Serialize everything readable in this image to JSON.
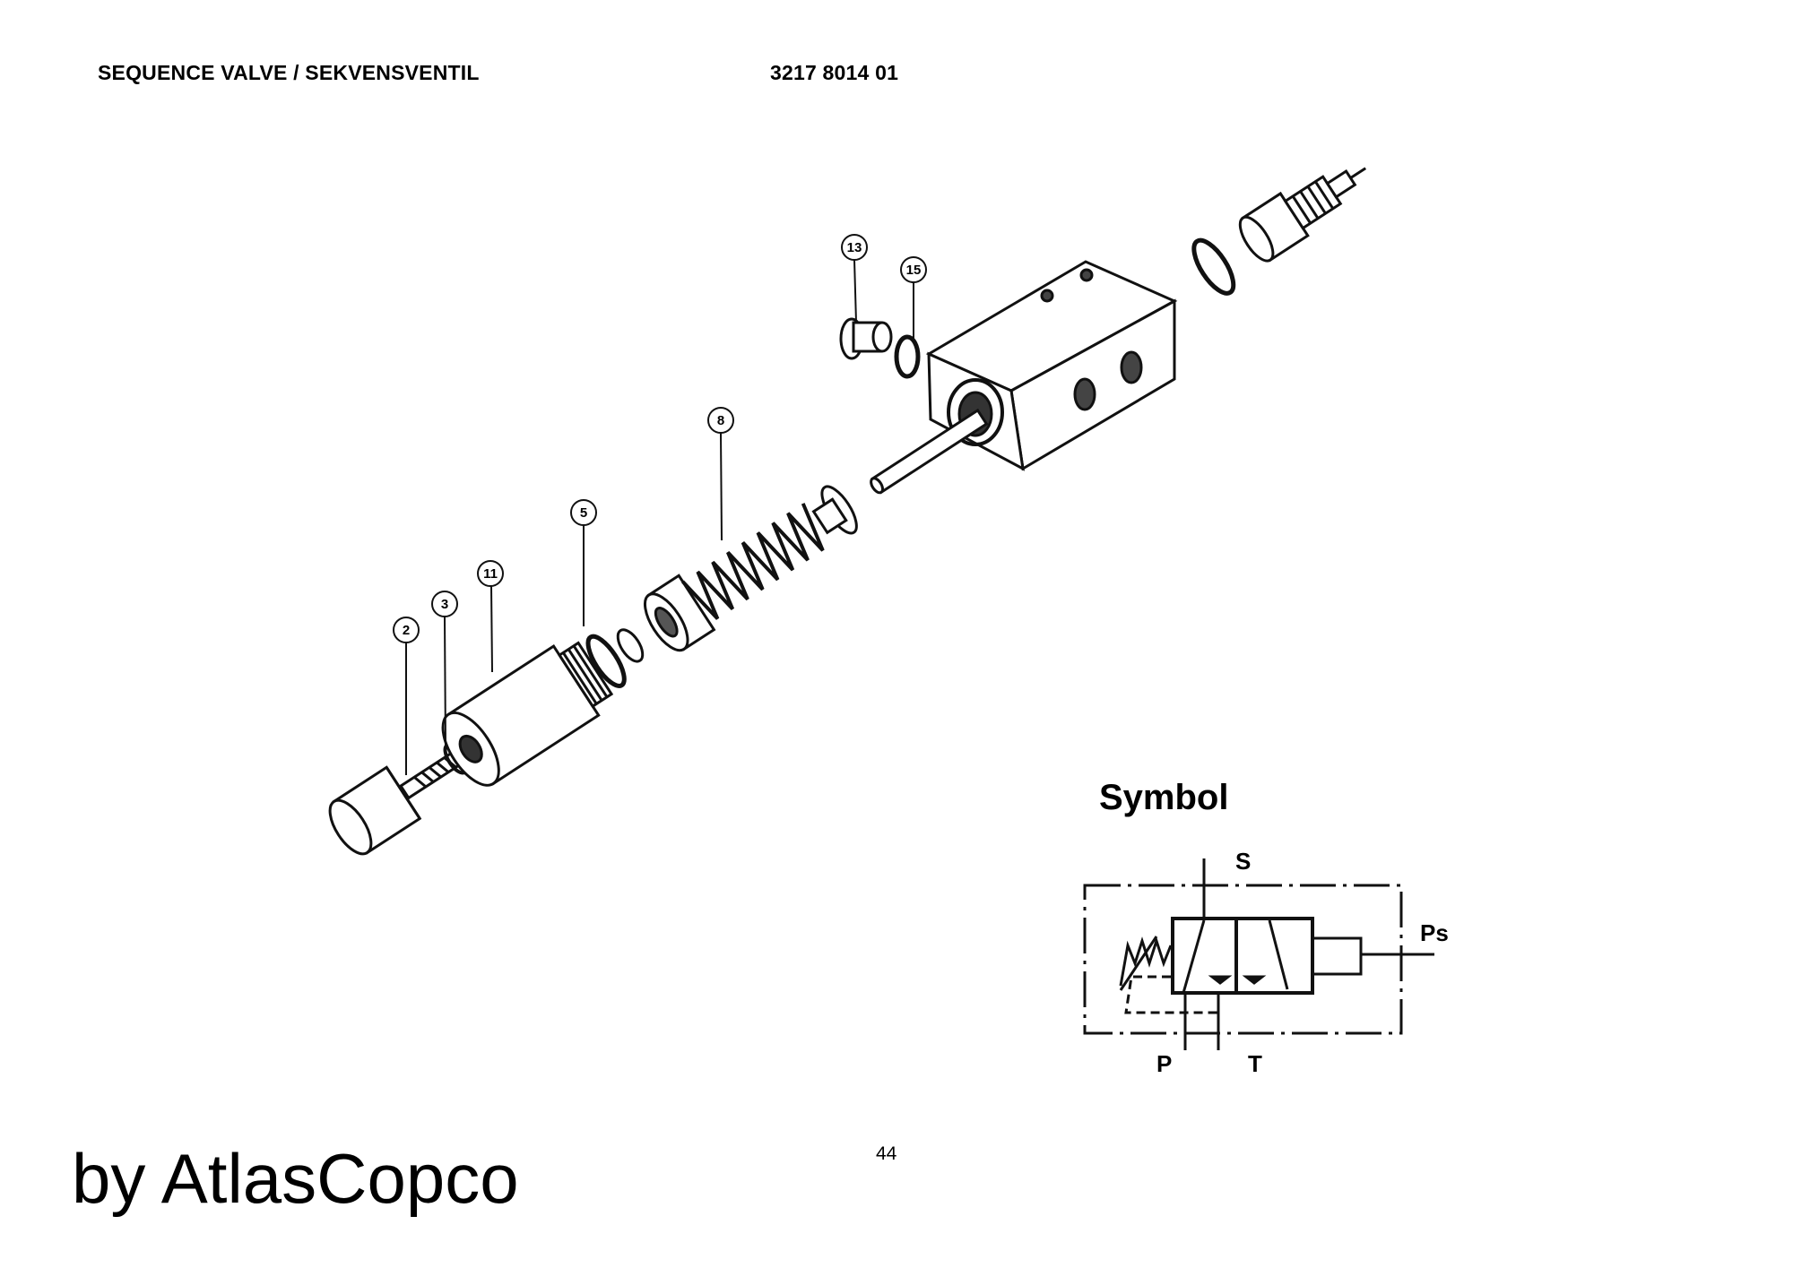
{
  "header": {
    "title": "SEQUENCE VALVE / SEKVENSVENTIL",
    "part_number": "3217 8014 01"
  },
  "callouts": [
    "13",
    "15",
    "8",
    "5",
    "11",
    "3",
    "2"
  ],
  "symbol": {
    "heading": "Symbol",
    "ports": {
      "s": "S",
      "p": "P",
      "t": "T",
      "ps": "Ps"
    }
  },
  "footer": {
    "page_number": "44",
    "brand": "by AtlasCopco"
  }
}
